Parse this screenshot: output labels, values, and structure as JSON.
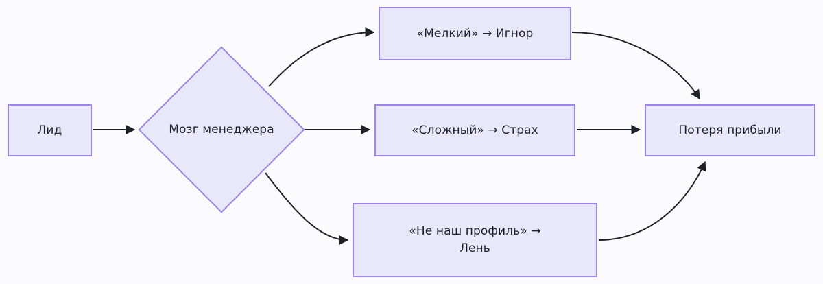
{
  "diagram": {
    "type": "flowchart",
    "direction": "left-to-right",
    "background_color": "#fbfbfd",
    "node_fill_color": "#e8e8fb",
    "node_border_color": "#9d86e8",
    "edge_color": "#1f1f28",
    "text_color": "#20202a",
    "nodes": {
      "lead": {
        "label": "Лид",
        "shape": "rectangle"
      },
      "manager_brain": {
        "label": "Мозг менеджера",
        "shape": "diamond"
      },
      "small": {
        "label": "«Мелкий» → Игнор",
        "shape": "rectangle"
      },
      "complex": {
        "label": "«Сложный» → Страх",
        "shape": "rectangle"
      },
      "not_our_profile": {
        "label": "«Не наш профиль» →\nЛень",
        "shape": "rectangle"
      },
      "profit_loss": {
        "label": "Потеря прибыли",
        "shape": "rectangle"
      }
    },
    "edges": [
      {
        "from": "lead",
        "to": "manager_brain",
        "style": "straight",
        "label": ""
      },
      {
        "from": "manager_brain",
        "to": "small",
        "style": "curved",
        "label": ""
      },
      {
        "from": "manager_brain",
        "to": "complex",
        "style": "straight",
        "label": ""
      },
      {
        "from": "manager_brain",
        "to": "not_our_profile",
        "style": "curved",
        "label": ""
      },
      {
        "from": "small",
        "to": "profit_loss",
        "style": "curved",
        "label": ""
      },
      {
        "from": "complex",
        "to": "profit_loss",
        "style": "straight",
        "label": ""
      },
      {
        "from": "not_our_profile",
        "to": "profit_loss",
        "style": "curved",
        "label": ""
      }
    ]
  }
}
